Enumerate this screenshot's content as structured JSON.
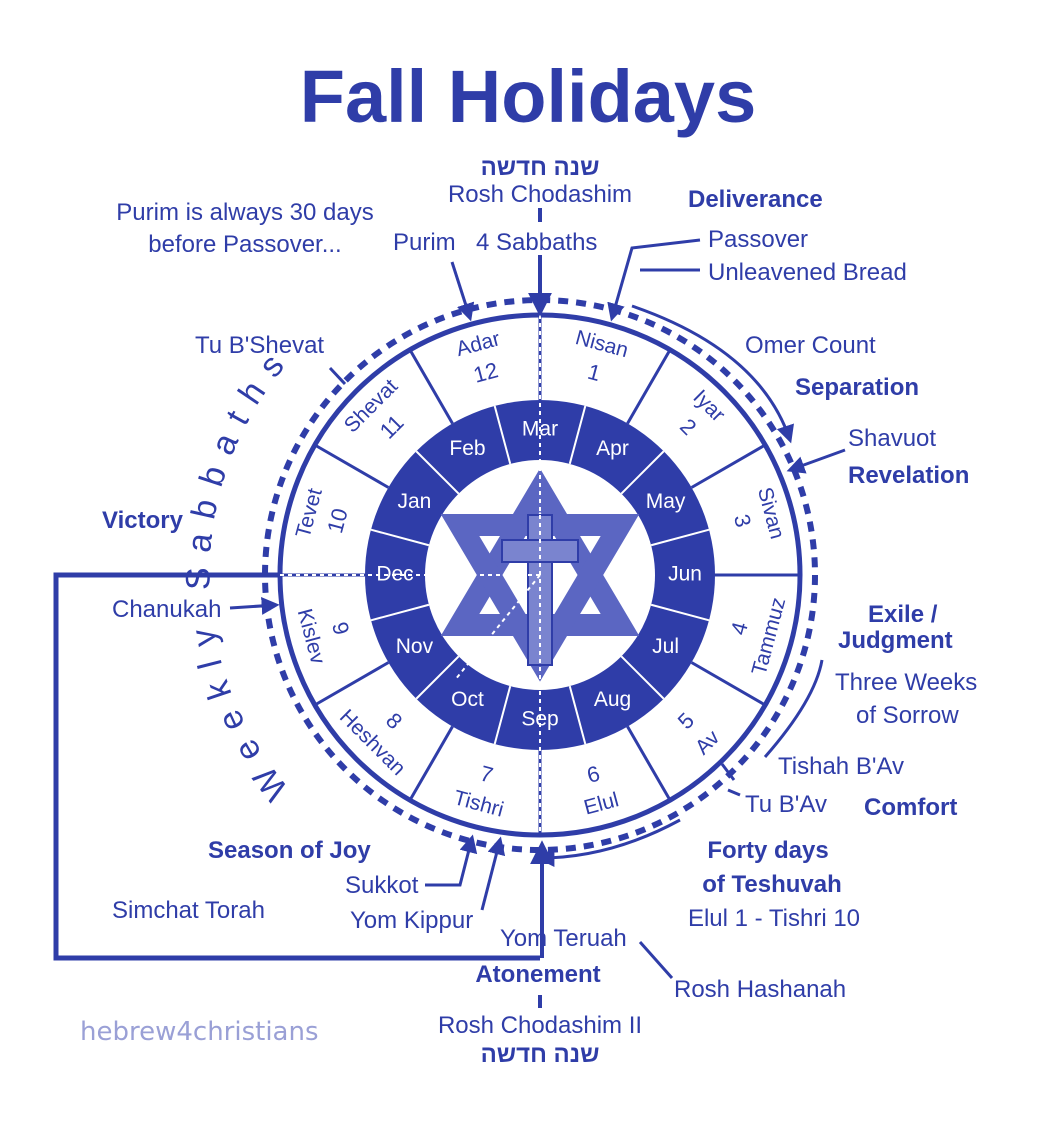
{
  "title": "Fall Holidays",
  "colors": {
    "primary": "#2f3da8",
    "watermark": "#9aa0d6",
    "background": "#ffffff"
  },
  "hebrew_top": "שנה חדשה",
  "hebrew_bottom": "שנה חדשה",
  "labels": {
    "rosh_chodashim": "Rosh Chodashim",
    "rosh_chodashim_ii": "Rosh Chodashim II",
    "purim_note_1": "Purim is always 30 days",
    "purim_note_2": "before Passover...",
    "purim": "Purim",
    "four_sabbaths": "4 Sabbaths",
    "deliverance": "Deliverance",
    "passover": "Passover",
    "unleavened_bread": "Unleavened Bread",
    "omer_count": "Omer Count",
    "separation": "Separation",
    "shavuot": "Shavuot",
    "revelation": "Revelation",
    "tu_bshevat": "Tu B'Shevat",
    "victory": "Victory",
    "chanukah": "Chanukah",
    "weekly_sabbaths": "Weekly Sabbaths",
    "exile": "Exile /",
    "judgment": "Judgment",
    "three_weeks": "Three Weeks",
    "of_sorrow": "of Sorrow",
    "tishah_bav": "Tishah B'Av",
    "tu_bav": "Tu B'Av",
    "comfort": "Comfort",
    "season_of_joy": "Season of Joy",
    "sukkot": "Sukkot",
    "simchat_torah": "Simchat Torah",
    "yom_kippur": "Yom Kippur",
    "yom_teruah": "Yom Teruah",
    "atonement": "Atonement",
    "rosh_hashanah": "Rosh Hashanah",
    "forty_days_1": "Forty days",
    "forty_days_2": "of Teshuvah",
    "elul_tishri": "Elul 1 - Tishri 10",
    "watermark": "hebrew4christians"
  },
  "hebrew_months": [
    {
      "name": "Nisan",
      "num": "1"
    },
    {
      "name": "Iyar",
      "num": "2"
    },
    {
      "name": "Sivan",
      "num": "3"
    },
    {
      "name": "Tammuz",
      "num": "4"
    },
    {
      "name": "Av",
      "num": "5"
    },
    {
      "name": "Elul",
      "num": "6"
    },
    {
      "name": "Tishri",
      "num": "7"
    },
    {
      "name": "Heshvan",
      "num": "8"
    },
    {
      "name": "Kislev",
      "num": "9"
    },
    {
      "name": "Tevet",
      "num": "10"
    },
    {
      "name": "Shevat",
      "num": "11"
    },
    {
      "name": "Adar",
      "num": "12"
    }
  ],
  "greg_months": [
    "Apr",
    "May",
    "Jun",
    "Jul",
    "Aug",
    "Sep",
    "Oct",
    "Nov",
    "Dec",
    "Jan",
    "Feb",
    "Mar"
  ]
}
